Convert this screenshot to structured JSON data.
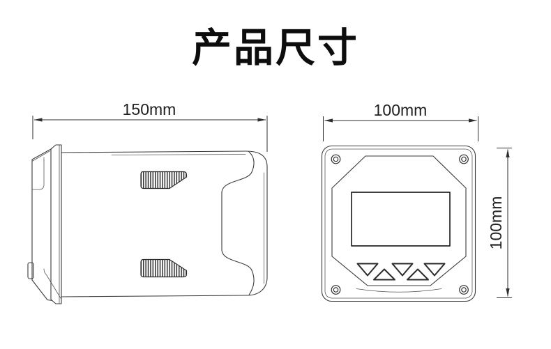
{
  "page": {
    "title": "产品尺寸",
    "background_color": "#ffffff",
    "line_color": "#3a3a3a",
    "text_color": "#1f1f1f"
  },
  "drawings": {
    "side_view": {
      "description": "side profile of transmitter enclosure with mounting bracket and vent grilles",
      "width": {
        "text": "150mm",
        "value_mm": 150
      }
    },
    "front_view": {
      "description": "front face of transmitter with display, five arrow keys and four corner screws",
      "width": {
        "text": "100mm",
        "value_mm": 100
      },
      "height": {
        "text": "100mm",
        "value_mm": 100
      }
    }
  }
}
